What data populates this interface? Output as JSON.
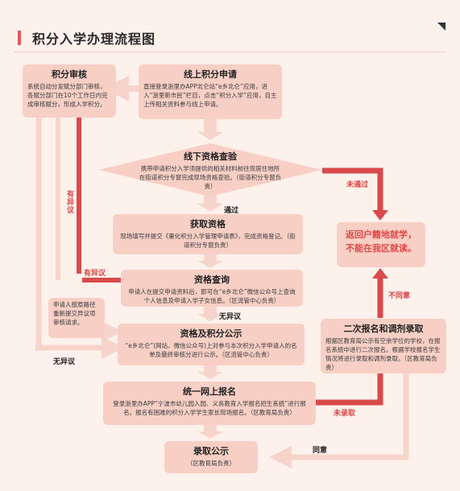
{
  "title": "积分入学办理流程图",
  "nodes": {
    "review": {
      "title": "积分审核",
      "desc": "系统自动分发赋分部门审核，各赋分部门在10个工作日内完成审核赋分，形成入学积分。"
    },
    "online_apply": {
      "title": "线上积分申请",
      "desc": "直接登录浙里办APP北仑站“e乡北仑”应用，进入“浙里新市民”栏目，点击“积分入学”应用，自主上传相关资料参与线上申请。"
    },
    "offline_check": {
      "title": "线下资格查验",
      "desc": "携带申请积分入学须提供的相关材料前往现居住地所在街道积分专窗完成现场资格查验。（街道积分专窗负责）"
    },
    "get_qualification": {
      "title": "获取资格",
      "desc": "现场填写并提交《量化积分入学管理申请表》，完成资格登记。（街道积分专窗负责）"
    },
    "query": {
      "title": "资格查询",
      "desc": "申请人在提交申请资料后，即可在“e乡北仑”微信公众号上查询个人信息及申请入学子女信息。（区流管中心负责）"
    },
    "appeal": {
      "desc": "申请人按原路径重新提交异议项审核请求。"
    },
    "publicity": {
      "title": "资格及积分公示",
      "desc": "“e乡北仑”(网站、微信公众号)上对参与本次积分入学申请人的名单及最终审核分进行公示。（区流管中心负责）"
    },
    "second_apply": {
      "title": "二次报名和调剂录取",
      "desc": "根据区教育局公示有空余学位的学校，在报名系统中进行二次报名。根据学校报名学生情况将进行录取和调剂录取。（区教育局负责）"
    },
    "unified_apply": {
      "title": "统一网上报名",
      "desc": "登录浙里办APP“宁波市幼儿园入园、义务教育入学报名招生系统”进行报名。报名有困难的积分入学学生家长现场报名。（区教育局负责）"
    },
    "admission": {
      "title": "录取公示",
      "desc": "（区教育局负责）"
    },
    "return_home": {
      "line1": "返回户籍地就学，",
      "line2": "不能在我区就读。"
    }
  },
  "labels": {
    "not_passed": "未通过",
    "passed": "通过",
    "objection_v": "有异议",
    "objection_h": "有异议",
    "no_objection_center": "无异议",
    "no_objection_left": "无异议",
    "not_agree": "不同意",
    "not_admitted": "未录取",
    "agree": "同意"
  },
  "colors": {
    "box_fill": "#f8cfc5",
    "arrow_dark": "#d94a4a",
    "arrow_light": "#f7d4cb",
    "accent_red": "#e04848"
  }
}
